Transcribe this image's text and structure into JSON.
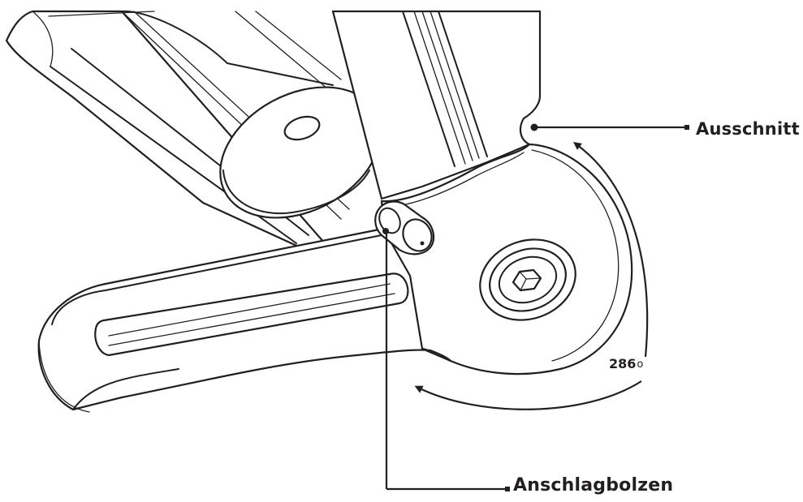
{
  "labels": {
    "cutout": "Ausschnitt",
    "stop_bolt": "Anschlagbolzen",
    "angle_value": "286",
    "angle_unit": "o"
  },
  "colors": {
    "line": "#231f20",
    "background": "#ffffff"
  }
}
